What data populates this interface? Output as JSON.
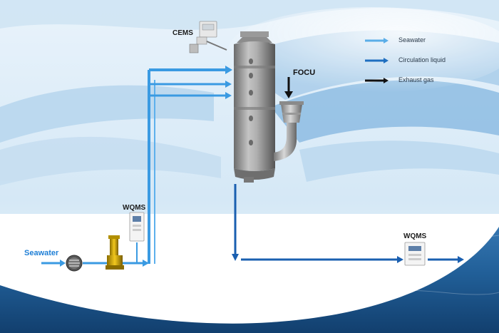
{
  "labels": {
    "cems": "CEMS",
    "focu": "FOCU",
    "wqms_left": "WQMS",
    "wqms_right": "WQMS",
    "seawater": "Seawater"
  },
  "legend": [
    {
      "label": "Seawater",
      "color": "#5aaee8"
    },
    {
      "label": "Circulation liquid",
      "color": "#1f6fc0"
    },
    {
      "label": "Exhaust gas",
      "color": "#111111"
    }
  ],
  "colors": {
    "seawater_line": "#3a9ae2",
    "circulation_line": "#1a5fb0",
    "exhaust_arrow": "#111111",
    "label_blue": "#1f7fd6",
    "sea": "#1f5e96"
  }
}
